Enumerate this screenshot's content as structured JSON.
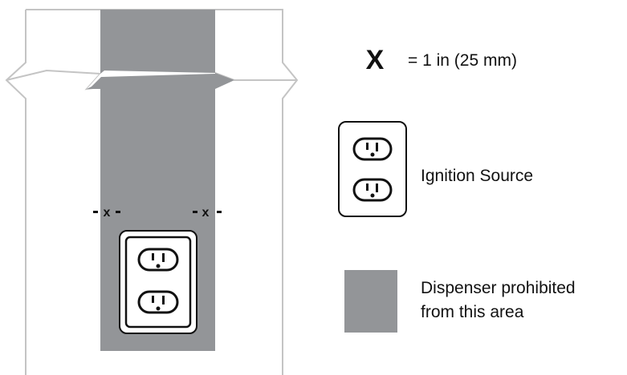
{
  "diagram": {
    "marker_left": "x",
    "marker_right": "x"
  },
  "legend": {
    "x_symbol": "X",
    "x_definition": "= 1 in (25 mm)",
    "ignition_label": "Ignition Source",
    "prohibited_label_line1": "Dispenser prohibited",
    "prohibited_label_line2": "from this area"
  },
  "colors": {
    "prohibited_area": "#939598",
    "wall_outline": "#c4c4c4",
    "outlet_stroke": "#111111"
  }
}
